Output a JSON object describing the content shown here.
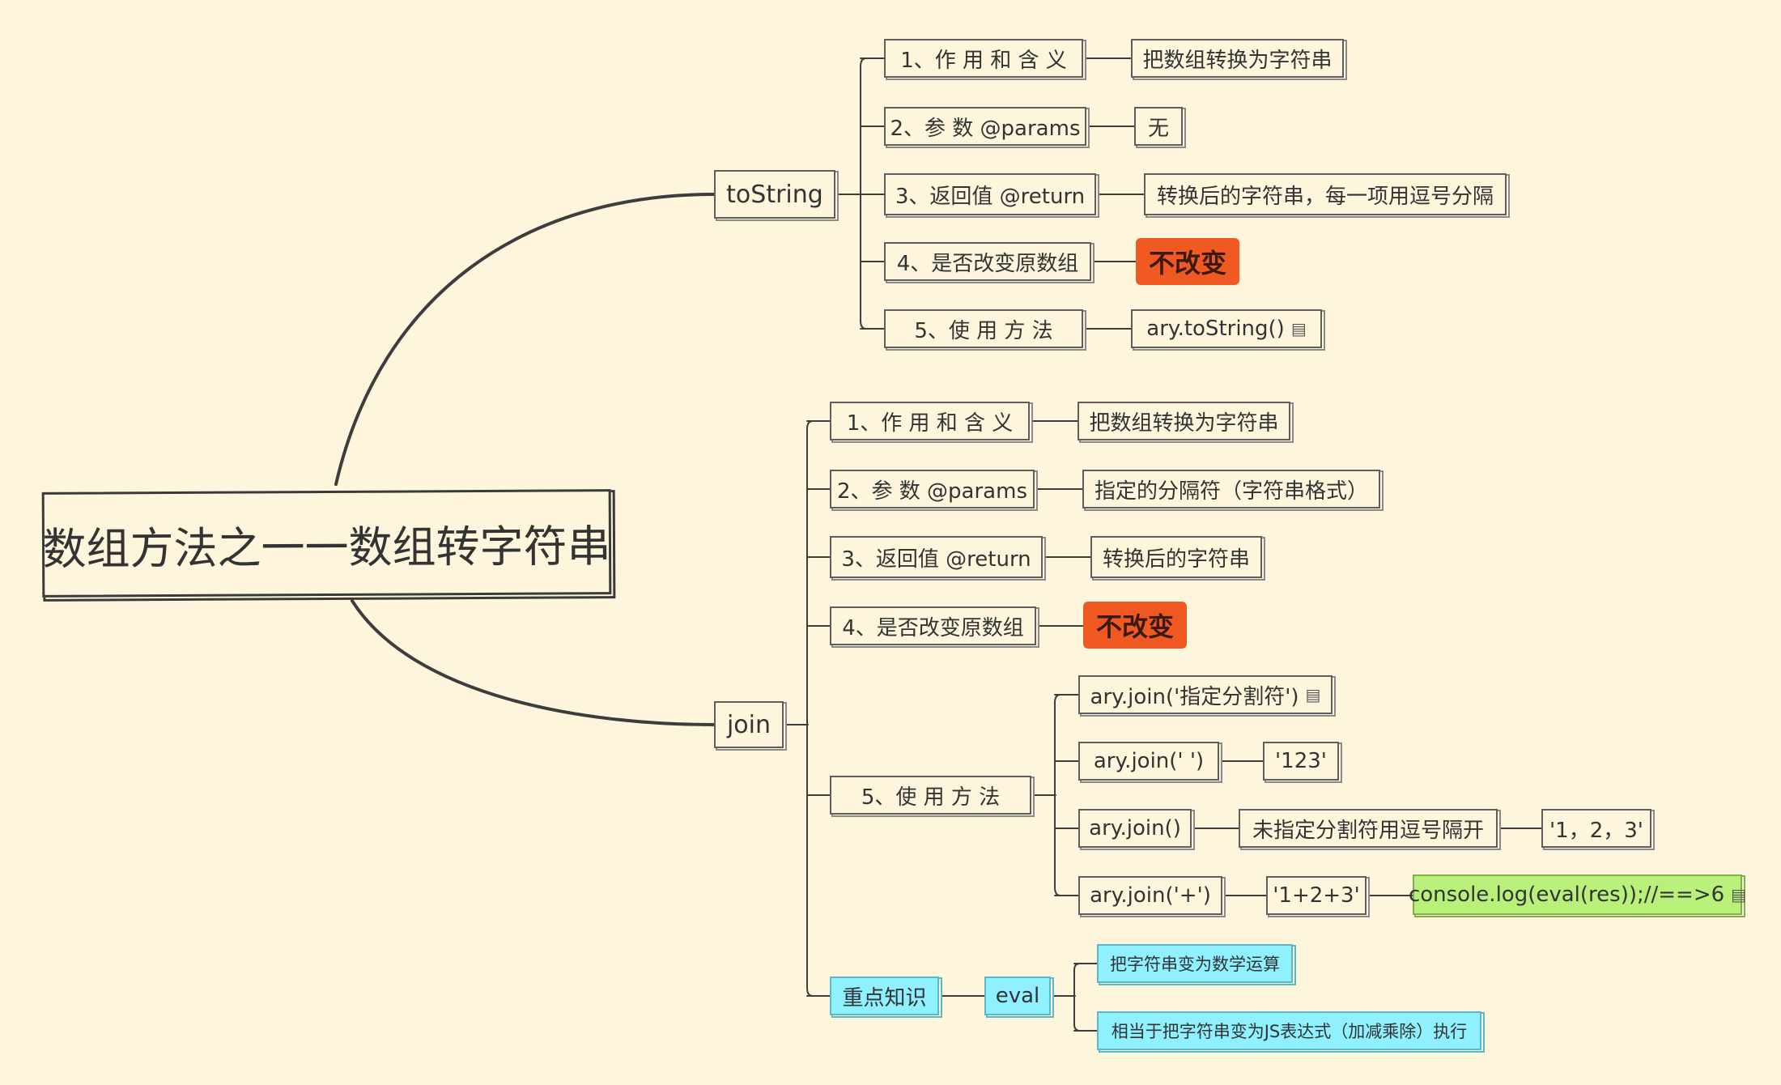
{
  "root": "数组方法之一一数组转字符串",
  "tostring": {
    "label": "toString",
    "rows": {
      "r1": {
        "label": "1、作 用  和  含 义",
        "value": "把数组转换为字符串"
      },
      "r2": {
        "label": "2、参 数 @params",
        "value": "无"
      },
      "r3": {
        "label": "3、返回值 @return",
        "value": "转换后的字符串，每一项用逗号分隔"
      },
      "r4": {
        "label": "4、是否改变原数组",
        "value": "不改变"
      },
      "r5": {
        "label": "5、使   用   方   法",
        "value": "ary.toString()",
        "value_icon": "note-icon"
      }
    }
  },
  "join": {
    "label": "join",
    "rows": {
      "r1": {
        "label": "1、作 用  和  含 义",
        "value": "把数组转换为字符串"
      },
      "r2": {
        "label": "2、参 数 @params",
        "value": "指定的分隔符（字符串格式）"
      },
      "r3": {
        "label": "3、返回值 @return",
        "value": "转换后的字符串"
      },
      "r4": {
        "label": "4、是否改变原数组",
        "value": "不改变"
      },
      "r5": {
        "label": "5、使   用   方   法"
      }
    },
    "usage": {
      "u1": {
        "code": "ary.join('指定分割符')",
        "code_icon": "note-icon"
      },
      "u2": {
        "code": "ary.join(' ')",
        "result": "'123'"
      },
      "u3": {
        "code": "ary.join()",
        "note": "未指定分割符用逗号隔开",
        "result": "'1，2，3'"
      },
      "u4": {
        "code": "ary.join('+')",
        "result": "'1+2+3'",
        "extra": "console.log(eval(res));//==>6",
        "extra_icon": "note-icon"
      }
    },
    "key": {
      "label": "重点知识",
      "eval": "eval",
      "d1": "把字符串变为数学运算",
      "d2": "相当于把字符串变为JS表达式（加减乘除）执行"
    }
  },
  "colors": {
    "background": "#fdf6dc",
    "highlight_red": "#f05a22",
    "highlight_green": "#b9f07a",
    "highlight_cyan": "#8ff0ff",
    "line": "#3d3d3d"
  }
}
